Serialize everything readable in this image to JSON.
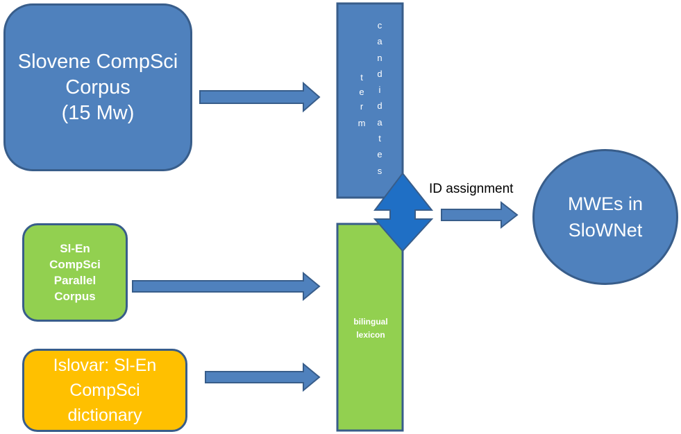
{
  "boxes": {
    "corpus": {
      "line1": "Slovene CompSci",
      "line2": "Corpus",
      "line3": "(15 Mw)"
    },
    "parallel": {
      "line1": "Sl-En",
      "line2": "CompSci",
      "line3": "Parallel",
      "line4": "Corpus"
    },
    "dictionary": {
      "line1": "Islovar: Sl-En",
      "line2": "CompSci",
      "line3": "dictionary"
    },
    "mwe": {
      "line1": "MWEs  in",
      "line2": "SloWNet"
    }
  },
  "term_candidates": {
    "word1": [
      "t",
      "e",
      "r",
      "m"
    ],
    "word2": [
      "c",
      "a",
      "n",
      "d",
      "i",
      "d",
      "a",
      "t",
      "e",
      "s"
    ]
  },
  "lexicon": {
    "line1": "bilingual",
    "line2": "lexicon"
  },
  "id_label": "ID assignment",
  "colors": {
    "blue_fill": "#4f81bd",
    "blue_border": "#385d8a",
    "green_fill": "#92d050",
    "yellow_fill": "#ffc000",
    "arrow_fill": "#4f81bd",
    "double_arrow_fill": "#1f6fc5"
  }
}
